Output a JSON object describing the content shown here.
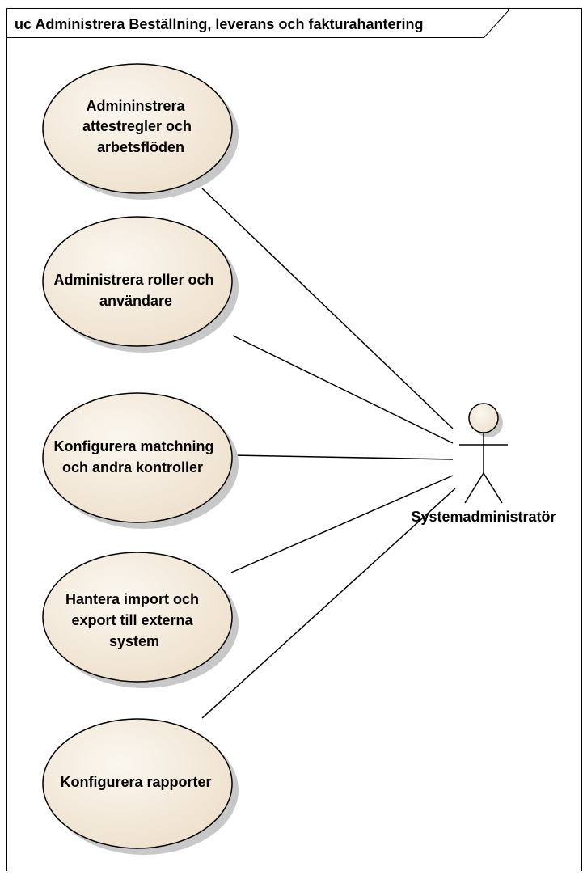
{
  "diagram": {
    "frame_title": "uc Administrera Beställning, leverans och fakturahantering",
    "use_cases": [
      {
        "lines": [
          "Admininstrera",
          "attestregler och",
          "arbetsflöden"
        ]
      },
      {
        "lines": [
          "Administrera roller och",
          "användare"
        ]
      },
      {
        "lines": [
          "Konfigurera matchning",
          "och andra kontroller"
        ]
      },
      {
        "lines": [
          "Hantera import och",
          "export till externa",
          "system"
        ]
      },
      {
        "lines": [
          "Konfigurera rapporter"
        ]
      }
    ],
    "actor": {
      "name": "Systemadministratör"
    }
  },
  "colors": {
    "use_case_fill": "#eee0cc",
    "use_case_fill_light": "#fbf7f0",
    "stroke": "#000000",
    "shadow": "#c8c8c8"
  }
}
